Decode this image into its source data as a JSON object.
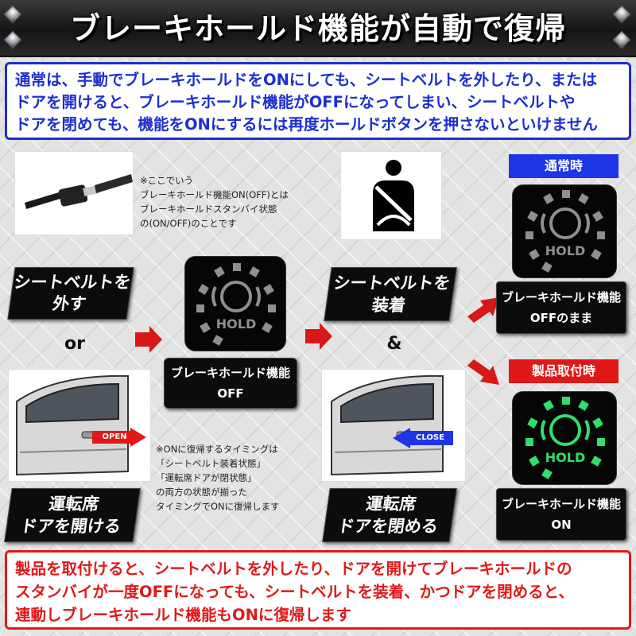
{
  "title": "ブレーキホールド機能が自動で復帰",
  "notice": "通常は、手動でブレーキホールドをONにしても、シートベルトを外したり、または\nドアを開けると、ブレーキホールド機能がOFFになってしまい、シートベルトや\nドアを閉めても、機能をONにするには再度ホールドボタンを押さないといけません",
  "note_top": "※ここでいう\nブレーキホールド機能ON(OFF)とは\nブレーキホールドスタンバイ状態\nの(ON/OFF)のことです",
  "note_bottom": "※ONに復帰するタイミングは\n「シートベルト装着状態」\n「運転席ドアが閉状態」\nの両方の状態が揃った\nタイミングでONに復帰します",
  "left_column": {
    "seatbelt_off": "シートベルトを\n外す",
    "or": "or",
    "door_open_tag": "OPEN",
    "door_open": "運転席\nドアを開ける"
  },
  "middle_column": {
    "hold_icon_text": "HOLD",
    "status_off": "ブレーキホールド機能\nOFF"
  },
  "right_column": {
    "seatbelt_on": "シートベルトを\n装着",
    "and": "&",
    "door_close_tag": "CLOSE",
    "door_close": "運転席\nドアを閉める"
  },
  "outcomes": {
    "normal_tag": "通常時",
    "normal_icon_text": "HOLD",
    "normal_result": "ブレーキホールド機能\nOFFのまま",
    "installed_tag": "製品取付時",
    "installed_icon_text": "HOLD",
    "installed_result": "ブレーキホールド機能\nON"
  },
  "result": "製品を取付けると、シートベルトを外したり、ドアを開けてブレーキホールドの\nスタンバイが一度OFFになっても、シートベルトを装着、かつドアを閉めると、\n連動しブレーキホールド機能もONに復帰します",
  "colors": {
    "blue": "#1d2fd0",
    "red": "#e01818",
    "green_led": "#2ee06a",
    "gray_led": "#8f8f8f"
  }
}
